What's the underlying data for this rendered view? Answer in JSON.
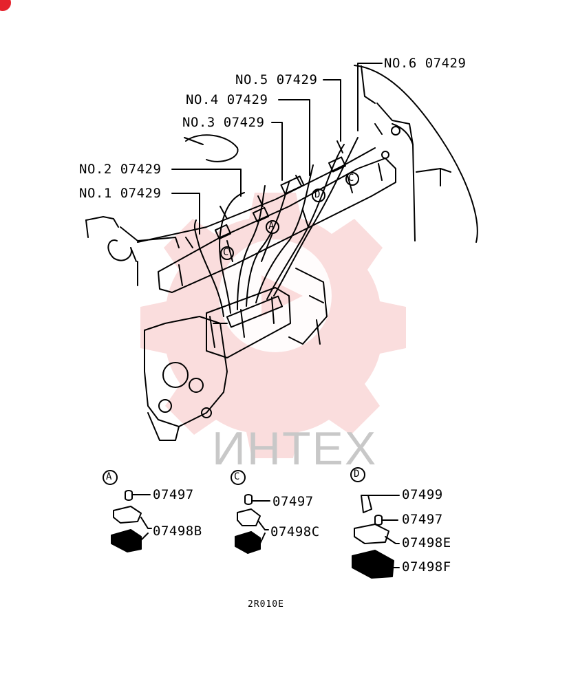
{
  "diagram": {
    "pipe_labels": [
      {
        "no": "NO.1",
        "part": "07429"
      },
      {
        "no": "NO.2",
        "part": "07429"
      },
      {
        "no": "NO.3",
        "part": "07429"
      },
      {
        "no": "NO.4",
        "part": "07429"
      },
      {
        "no": "NO.5",
        "part": "07429"
      },
      {
        "no": "NO.6",
        "part": "07429"
      }
    ],
    "callouts_in_drawing": [
      "A",
      "C",
      "C",
      "D"
    ],
    "detail_groups": [
      {
        "letter": "A",
        "parts": [
          "07497",
          "07498B"
        ]
      },
      {
        "letter": "C",
        "parts": [
          "07497",
          "07498C"
        ]
      },
      {
        "letter": "D",
        "parts": [
          "07499",
          "07497",
          "07498E",
          "07498F"
        ]
      }
    ],
    "drawing_code": "2R010E"
  },
  "watermark": {
    "text": "ИНТЕХ",
    "color": "#e84a4a"
  },
  "colors": {
    "brand_corner": "#e5222c",
    "lines": "#000000"
  }
}
